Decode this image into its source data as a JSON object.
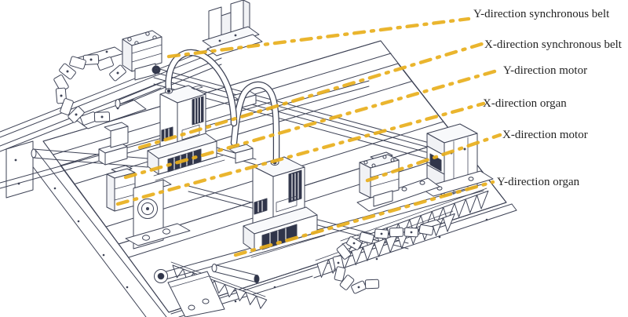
{
  "figure": {
    "labels": [
      {
        "id": "y-sync-belt",
        "text": "Y-direction synchronous belt"
      },
      {
        "id": "x-sync-belt",
        "text": "X-direction synchronous belt"
      },
      {
        "id": "y-motor",
        "text": "Y-direction motor"
      },
      {
        "id": "x-organ",
        "text": "X-direction organ"
      },
      {
        "id": "x-motor",
        "text": "X-direction motor"
      },
      {
        "id": "y-organ",
        "text": "Y-direction organ"
      }
    ],
    "colors": {
      "leader_line": "#E8AF1E",
      "drawing_stroke": "#3E4356",
      "label_text": "#242424",
      "background": "#FFFFFF",
      "face_light": "#F1F2F5",
      "face_top": "#F8F9FB",
      "dark_fill": "#30354A"
    }
  }
}
